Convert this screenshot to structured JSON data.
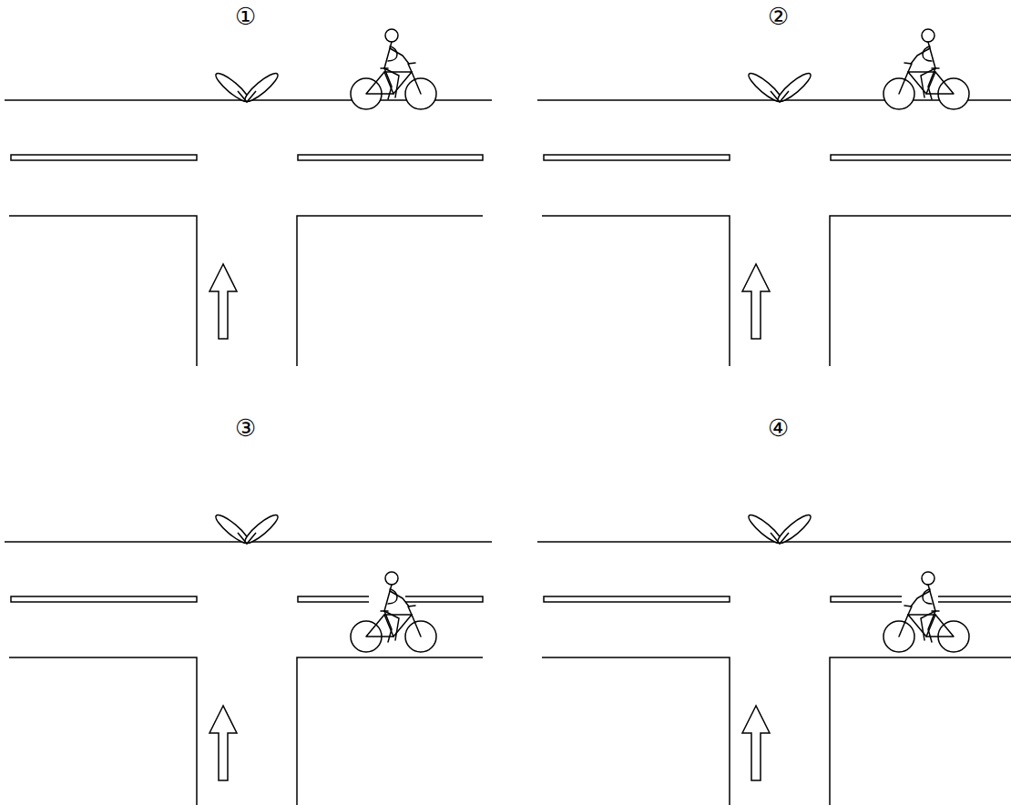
{
  "diagram": {
    "labels": [
      "①",
      "②",
      "③",
      "④"
    ]
  }
}
